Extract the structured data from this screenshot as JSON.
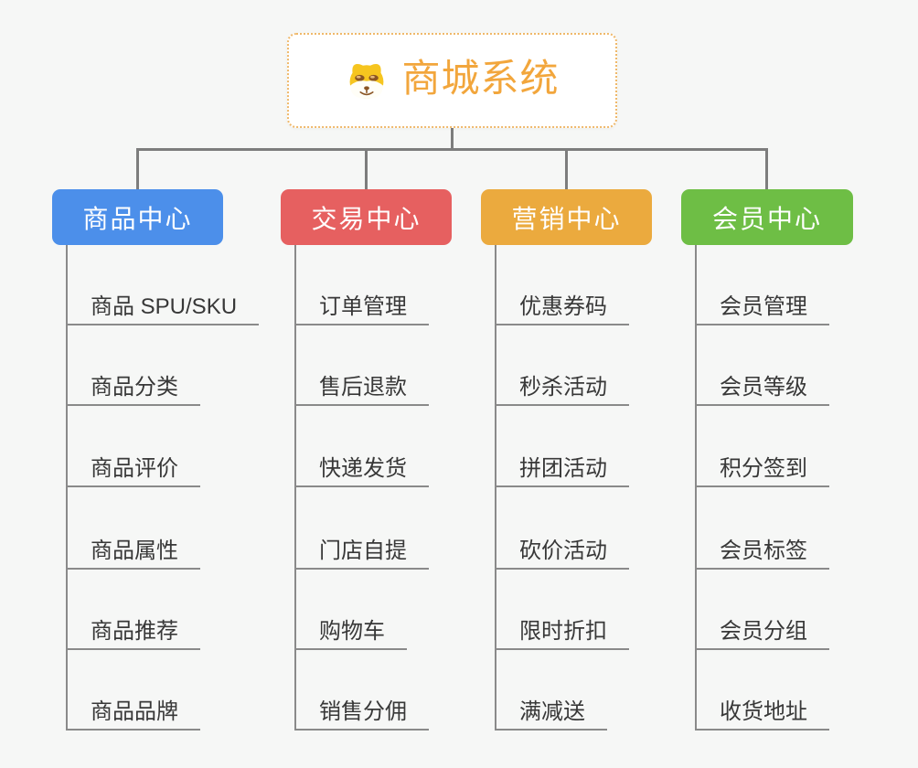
{
  "root": {
    "title": "商城系统",
    "icon": "shiba-dog-face-icon"
  },
  "branches": [
    {
      "label": "商品中心",
      "color": "#4c8fea",
      "items": [
        "商品 SPU/SKU",
        "商品分类",
        "商品评价",
        "商品属性",
        "商品推荐",
        "商品品牌"
      ]
    },
    {
      "label": "交易中心",
      "color": "#e66060",
      "items": [
        "订单管理",
        "售后退款",
        "快递发货",
        "门店自提",
        "购物车",
        "销售分佣"
      ]
    },
    {
      "label": "营销中心",
      "color": "#ebaa3e",
      "items": [
        "优惠券码",
        "秒杀活动",
        "拼团活动",
        "砍价活动",
        "限时折扣",
        "满减送"
      ]
    },
    {
      "label": "会员中心",
      "color": "#6ebe45",
      "items": [
        "会员管理",
        "会员等级",
        "积分签到",
        "会员标签",
        "会员分组",
        "收货地址"
      ]
    }
  ],
  "colors": {
    "background": "#f6f7f6",
    "connector": "#7d7d7d",
    "branch_line": "#8a8a8a",
    "leaf_text": "#383838",
    "root_text": "#f2a63c",
    "root_border": "#efb86a",
    "root_fill": "#ffffff"
  }
}
